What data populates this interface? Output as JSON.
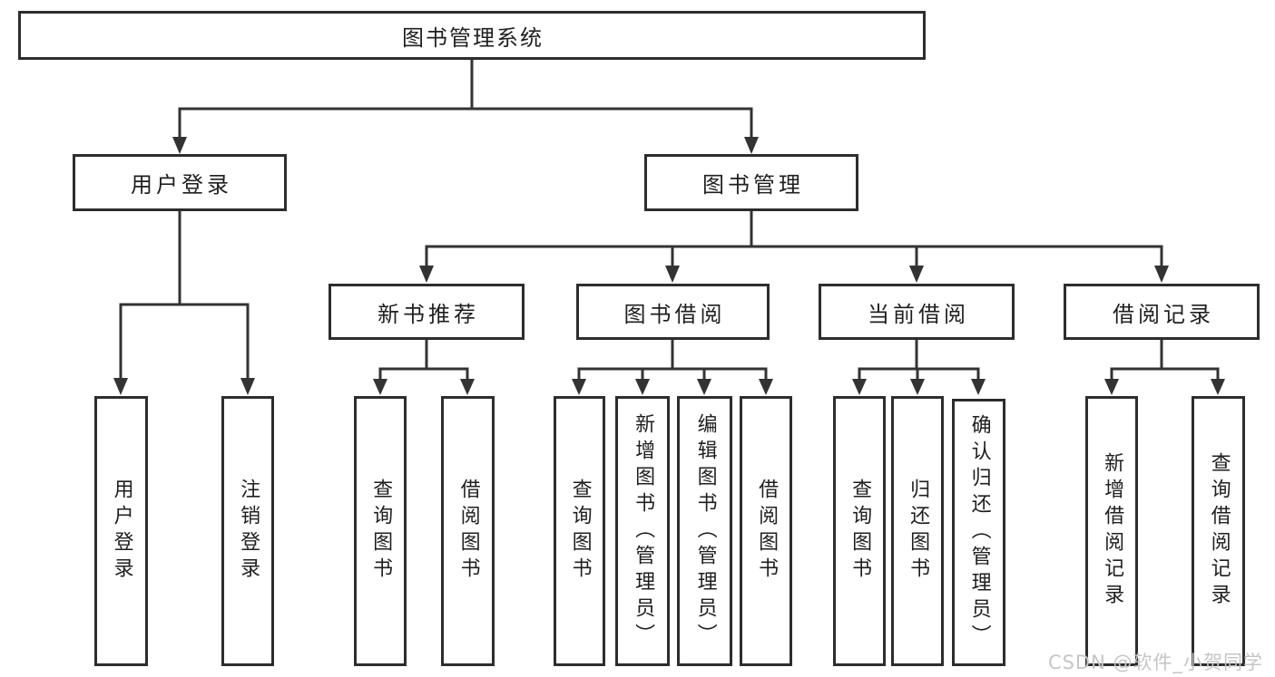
{
  "tree": {
    "root": {
      "label": "图书管理系统"
    },
    "user_login": {
      "label": "用户登录",
      "children": [
        {
          "label": "用户登录"
        },
        {
          "label": "注销登录"
        }
      ]
    },
    "book_management": {
      "label": "图书管理",
      "groups": [
        {
          "label": "新书推荐",
          "children": [
            {
              "label": "查询图书"
            },
            {
              "label": "借阅图书"
            }
          ]
        },
        {
          "label": "图书借阅",
          "children": [
            {
              "label": "查询图书"
            },
            {
              "label": "新增图书（管理员）"
            },
            {
              "label": "编辑图书（管理员）"
            },
            {
              "label": "借阅图书"
            }
          ]
        },
        {
          "label": "当前借阅",
          "children": [
            {
              "label": "查询图书"
            },
            {
              "label": "归还图书"
            },
            {
              "label": "确认归还（管理员）"
            }
          ]
        },
        {
          "label": "借阅记录",
          "children": [
            {
              "label": "新增借阅记录"
            },
            {
              "label": "查询借阅记录"
            }
          ]
        }
      ]
    }
  },
  "watermark": {
    "text": "CSDN @软件_小贺同学"
  },
  "colors": {
    "line": "#333333",
    "box_border": "#2d2d2d",
    "text": "#1f1f1f",
    "background": "#ffffff",
    "watermark": "#c5c5c5"
  }
}
